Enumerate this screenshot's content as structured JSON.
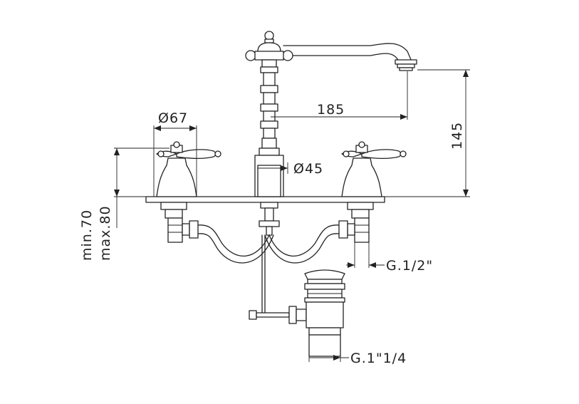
{
  "dimensions": {
    "spout_reach": "185",
    "spout_height": "145",
    "handle_base_diameter": "Ø67",
    "spout_base_diameter": "Ø45",
    "deck_thickness_min": "min.70",
    "deck_thickness_max": "max.80",
    "supply_thread": "G.1/2\"",
    "waste_thread": "G.1\"1/4"
  }
}
